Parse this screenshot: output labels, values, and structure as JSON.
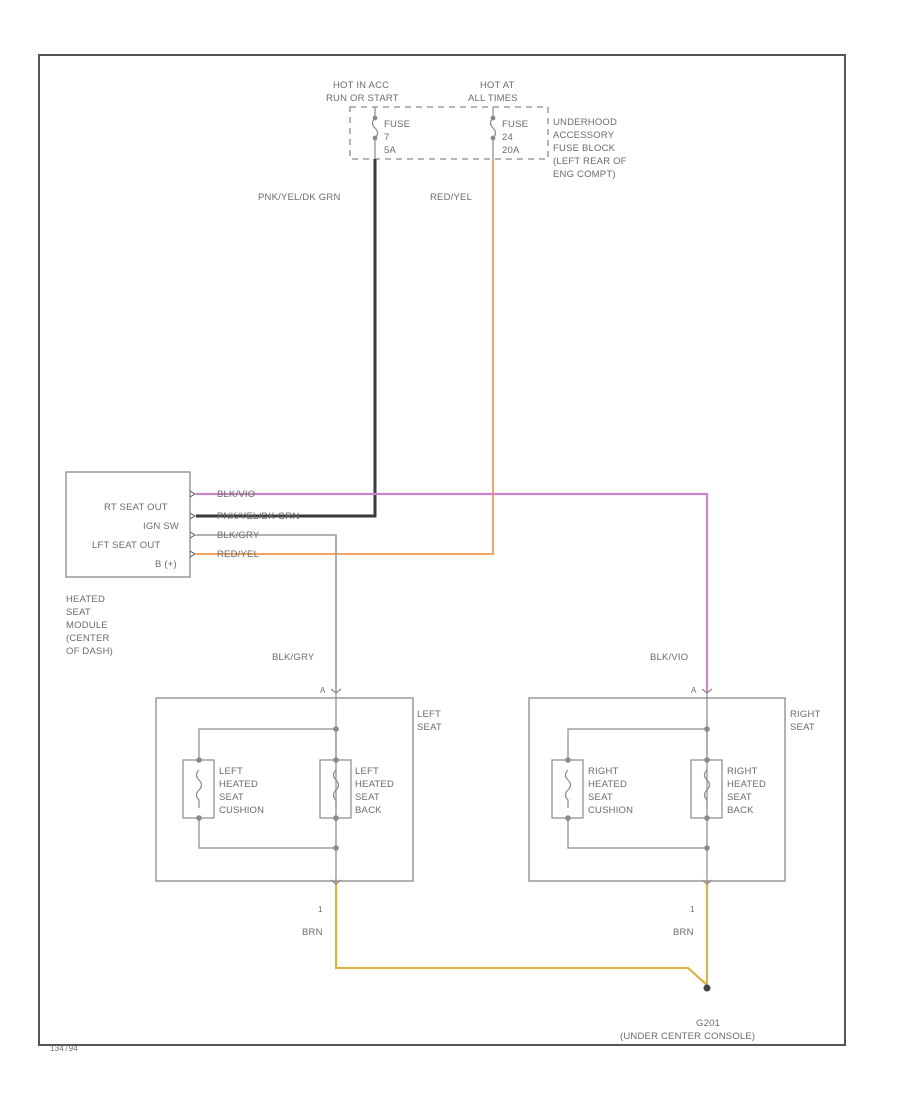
{
  "fuse_block": {
    "hot_label_left": [
      "HOT IN ACC",
      "RUN OR START"
    ],
    "hot_label_right": [
      "HOT AT",
      "ALL TIMES"
    ],
    "fuse_left": [
      "FUSE",
      "7",
      "5A"
    ],
    "fuse_right": [
      "FUSE",
      "24",
      "20A"
    ],
    "name": [
      "UNDERHOOD",
      "ACCESSORY",
      "FUSE BLOCK",
      "(LEFT REAR OF",
      "ENG COMPT)"
    ]
  },
  "wires": {
    "pnk_yel_grn": "PNK/YEL/DK GRN",
    "red_yel": "RED/YEL",
    "blk_vio": "BLK/VIO",
    "blk_gry": "BLK/GRY",
    "brn_left": "BRN",
    "brn_right": "BRN"
  },
  "module": {
    "rt_seat_out": "RT SEAT OUT",
    "ign_sw": "IGN SW",
    "lft_seat_out": "LFT SEAT OUT",
    "b_plus": "B (+)",
    "name": [
      "HEATED",
      "SEAT",
      "MODULE",
      "(CENTER",
      "OF DASH)"
    ],
    "wire_blk_vio": "BLK/VIO",
    "wire_pnk": "PNK/YEL/DK GRN",
    "wire_blk_gry": "BLK/GRY",
    "wire_red_yel": "RED/YEL"
  },
  "left_seat": {
    "name": [
      "LEFT",
      "SEAT"
    ],
    "cushion": [
      "LEFT",
      "HEATED",
      "SEAT",
      "CUSHION"
    ],
    "back": [
      "LEFT",
      "HEATED",
      "SEAT",
      "BACK"
    ],
    "pin_top": "A",
    "pin_bottom": "1"
  },
  "right_seat": {
    "name": [
      "RIGHT",
      "SEAT"
    ],
    "cushion": [
      "RIGHT",
      "HEATED",
      "SEAT",
      "CUSHION"
    ],
    "back": [
      "RIGHT",
      "HEATED",
      "SEAT",
      "BACK"
    ],
    "pin_top": "A",
    "pin_bottom": "1"
  },
  "ground": {
    "id": "G201",
    "location": "(UNDER CENTER CONSOLE)"
  },
  "figure_id": "134794",
  "colors": {
    "black_wire": "#3a3a3a",
    "orange_wire": "#f4a460",
    "violet_wire": "#c986c9",
    "brown_wire": "#d9b44a",
    "gray_wire": "#9a9a9a",
    "outline": "#8a8a8a"
  }
}
